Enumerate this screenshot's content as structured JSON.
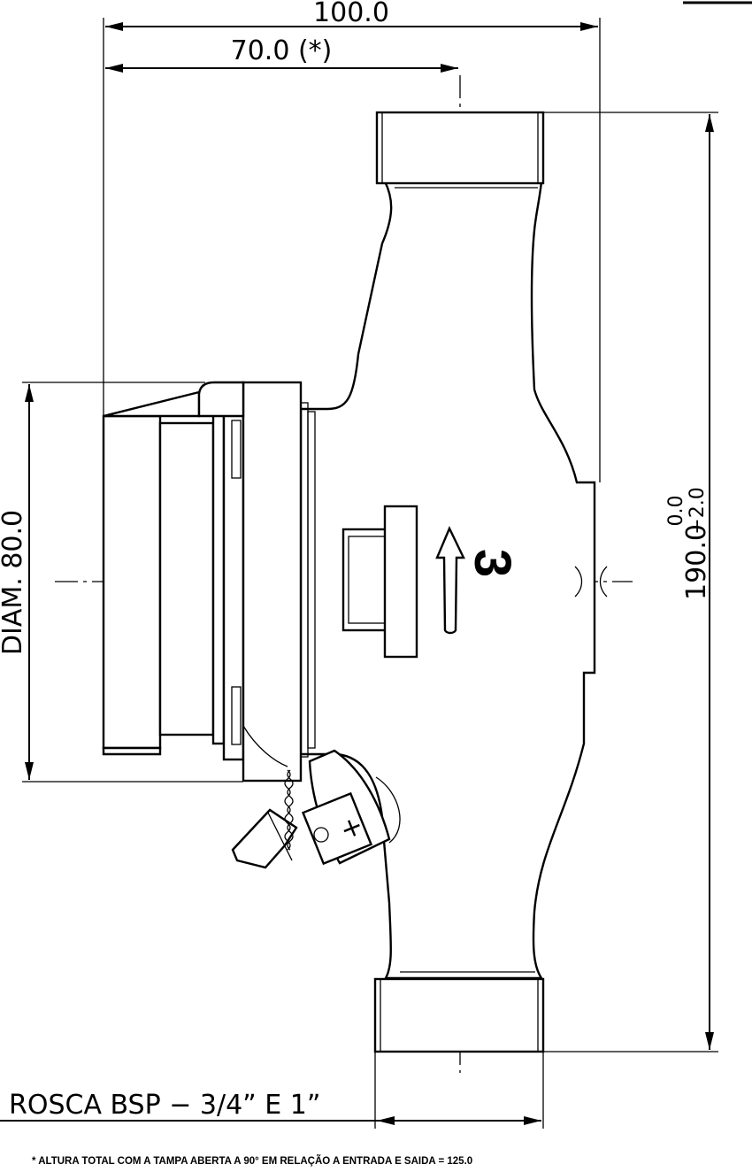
{
  "dimensions": {
    "overall_width": "100.0",
    "height_to_axis": "70.0 (*)",
    "register_diameter": "DIAM. 80.0",
    "length": "190.0",
    "length_tol_upper": "0.0",
    "length_tol_lower": "−2.0",
    "thread": "ROSCA BSP − 3/4” E 1”"
  },
  "model_mark": "3",
  "note": "* ALTURA TOTAL COM A TAMPA ABERTA A 90° EM RELAÇÃO A ENTRADA E SAIDA = 125.0"
}
